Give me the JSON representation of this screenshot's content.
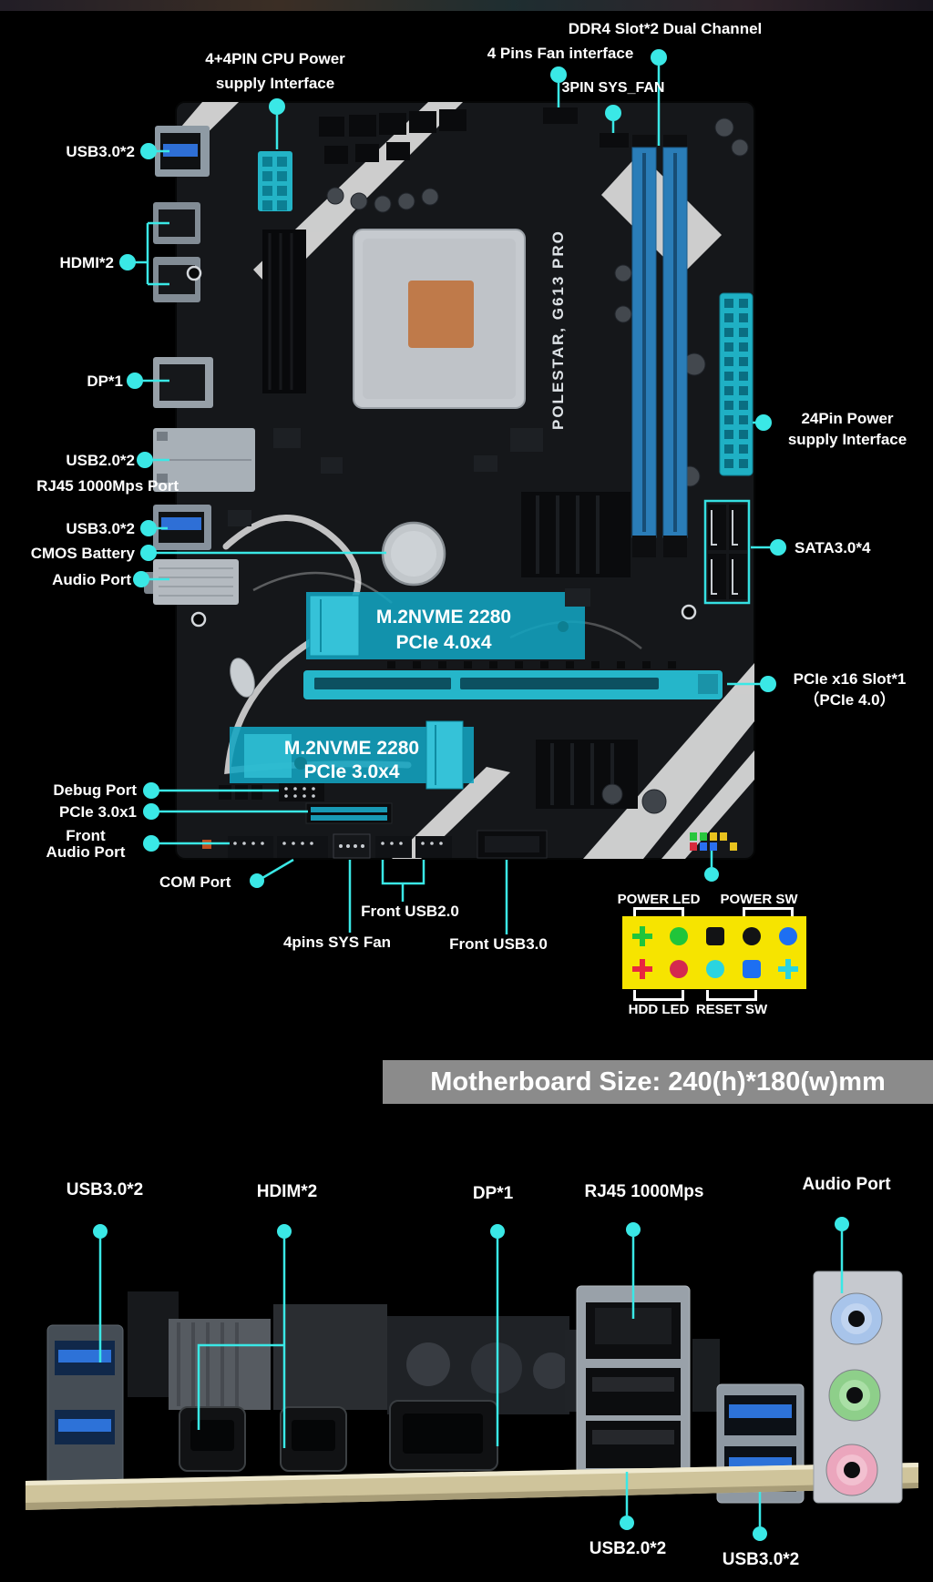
{
  "colors": {
    "accent_cyan": "#3ae8e6",
    "teal_highlight": "#12a4c0",
    "banner_bg": "#8b8b8b",
    "legend_yellow": "#f6e400",
    "ddr_blue": "#2a7db8",
    "pcb_black": "#15171a"
  },
  "board": {
    "brand": "POLESTAR, G613 PRO",
    "m2_top_line1": "M.2NVME 2280",
    "m2_top_line2": "PCIe 4.0x4",
    "m2_bot_line1": "M.2NVME 2280",
    "m2_bot_line2": "PCIe 3.0x4"
  },
  "callouts": {
    "ddr4": "DDR4 Slot*2 Dual Channel",
    "fan4": "4 Pins Fan interface",
    "sysfan3": "3PIN SYS_FAN",
    "cpu_power_1": "4+4PIN CPU Power",
    "cpu_power_2": "supply Interface",
    "usb3_top": "USB3.0*2",
    "hdmi": "HDMI*2",
    "dp": "DP*1",
    "usb2": "USB2.0*2",
    "rj45": "RJ45 1000Mps Port",
    "usb3_mid": "USB3.0*2",
    "cmos": "CMOS Battery",
    "audio": "Audio Port",
    "pwr24_1": "24Pin Power",
    "pwr24_2": "supply Interface",
    "sata": "SATA3.0*4",
    "pciex16_1": "PCIe x16 Slot*1",
    "pciex16_2": "（PCIe 4.0）",
    "debug": "Debug Port",
    "pciex1": "PCIe 3.0x1",
    "front_audio_1": "Front",
    "front_audio_2": "Audio Port",
    "com": "COM Port",
    "front_usb2": "Front USB2.0",
    "sysfan4": "4pins SYS Fan",
    "front_usb3": "Front USB3.0"
  },
  "front_panel": {
    "power_led": "POWER LED",
    "power_sw": "POWER SW",
    "hdd_led": "HDD LED",
    "reset_sw": "RESET SW",
    "pins_row1": [
      "green-cross",
      "green-circle",
      "black-square",
      "black-circle",
      "blue-circle"
    ],
    "pins_row2": [
      "red-cross",
      "red-circle",
      "cyan-circle",
      "blue-square",
      "cyan-cross"
    ]
  },
  "banner": {
    "text": "Motherboard Size: 240(h)*180(w)mm"
  },
  "rear_io": {
    "usb3": "USB3.0*2",
    "hdmi": "HDIM*2",
    "dp": "DP*1",
    "rj45": "RJ45 1000Mps",
    "audio": "Audio Port",
    "usb2_bottom": "USB2.0*2",
    "usb3_bottom": "USB3.0*2"
  }
}
